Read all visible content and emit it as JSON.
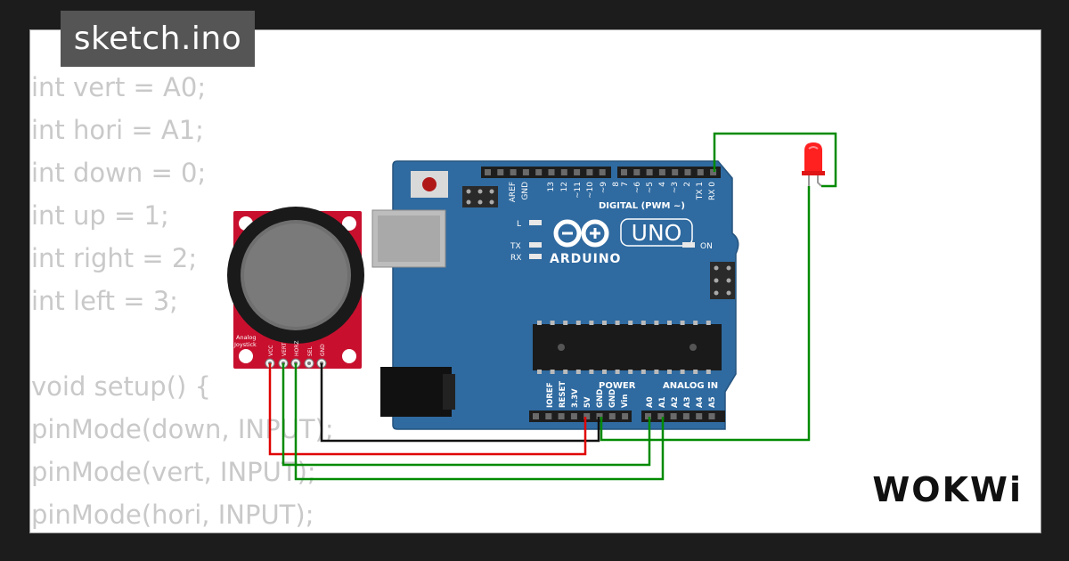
{
  "file_tab": {
    "label": "sketch.ino"
  },
  "code_lines": [
    "int vert = A0;",
    "int hori = A1;",
    "int down = 0;",
    "int up = 1;",
    "int right = 2;",
    "int left = 3;",
    "",
    "void setup() {",
    "pinMode(down, INPUT);",
    "pinMode(vert, INPUT);",
    "pinMode(hori, INPUT);"
  ],
  "brand": {
    "name": "WOKWi"
  },
  "arduino": {
    "model": "UNO",
    "maker": "ARDUINO",
    "digital_header": "DIGITAL (PWM ~)",
    "power_header": "POWER",
    "analog_header": "ANALOG IN",
    "led_labels": {
      "l": "L",
      "tx": "TX",
      "rx": "RX",
      "on": "ON"
    },
    "digital_pins": [
      "AREF",
      "GND",
      "13",
      "12",
      "~11",
      "~10",
      "~9",
      "8",
      "7",
      "~6",
      "~5",
      "4",
      "~3",
      "2",
      "TX 1",
      "RX 0"
    ],
    "power_pins": [
      "IOREF",
      "RESET",
      "3.3V",
      "5V",
      "GND",
      "GND",
      "Vin"
    ],
    "analog_pins": [
      "A0",
      "A1",
      "A2",
      "A3",
      "A4",
      "A5"
    ]
  },
  "joystick": {
    "label_line1": "Analog",
    "label_line2": "Joystick",
    "pins": [
      "VCC",
      "VERT",
      "HORZ",
      "SEL",
      "GND"
    ]
  },
  "colors": {
    "board": "#2f6aa0",
    "joystick_pcb": "#c8102e",
    "wire_green": "#008a00",
    "wire_red": "#e00000",
    "wire_black": "#111111",
    "led": "#ff2020"
  }
}
